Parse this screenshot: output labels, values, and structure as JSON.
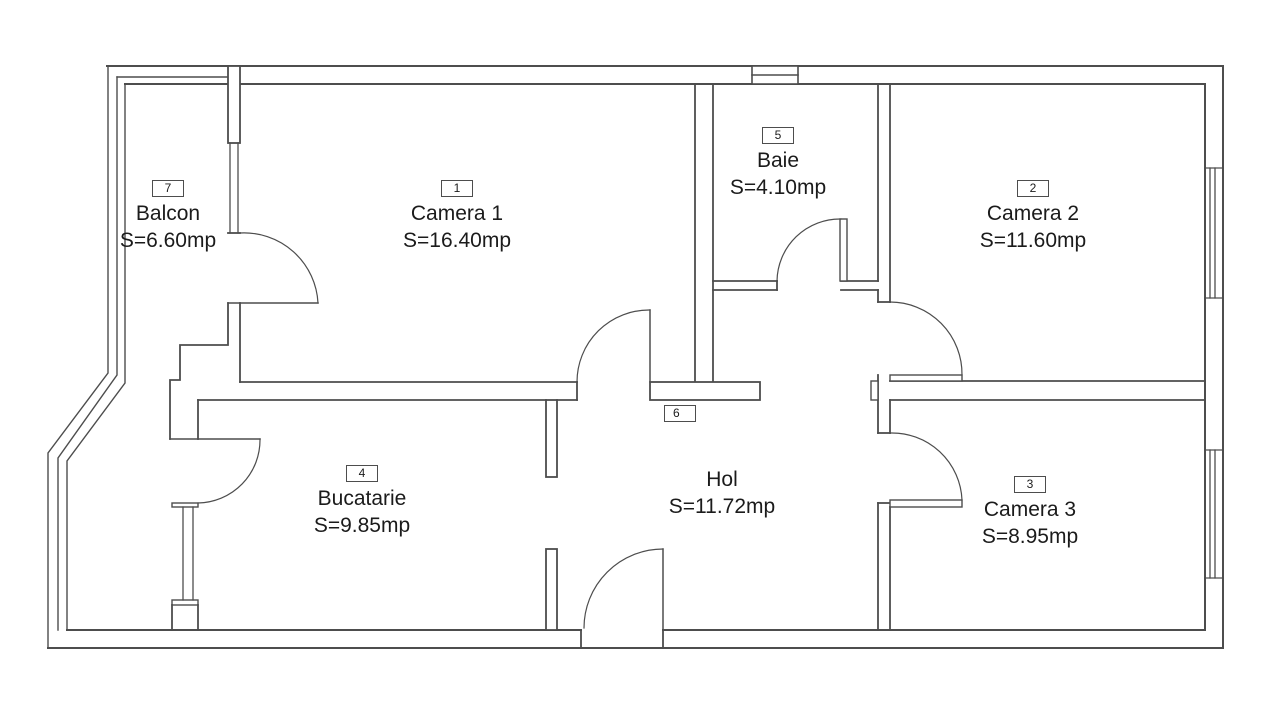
{
  "plan": {
    "rooms": [
      {
        "id": "1",
        "name": "Camera 1",
        "area": "S=16.40mp"
      },
      {
        "id": "2",
        "name": "Camera 2",
        "area": "S=11.60mp"
      },
      {
        "id": "3",
        "name": "Camera 3",
        "area": "S=8.95mp"
      },
      {
        "id": "4",
        "name": "Bucatarie",
        "area": "S=9.85mp"
      },
      {
        "id": "5",
        "name": "Baie",
        "area": "S=4.10mp"
      },
      {
        "id": "6",
        "name": "Hol",
        "area": "S=11.72mp"
      },
      {
        "id": "7",
        "name": "Balcon",
        "area": "S=6.60mp"
      }
    ],
    "colors": {
      "wall": "#4d4d4d",
      "text": "#1b1b1b",
      "background": "#ffffff"
    }
  }
}
